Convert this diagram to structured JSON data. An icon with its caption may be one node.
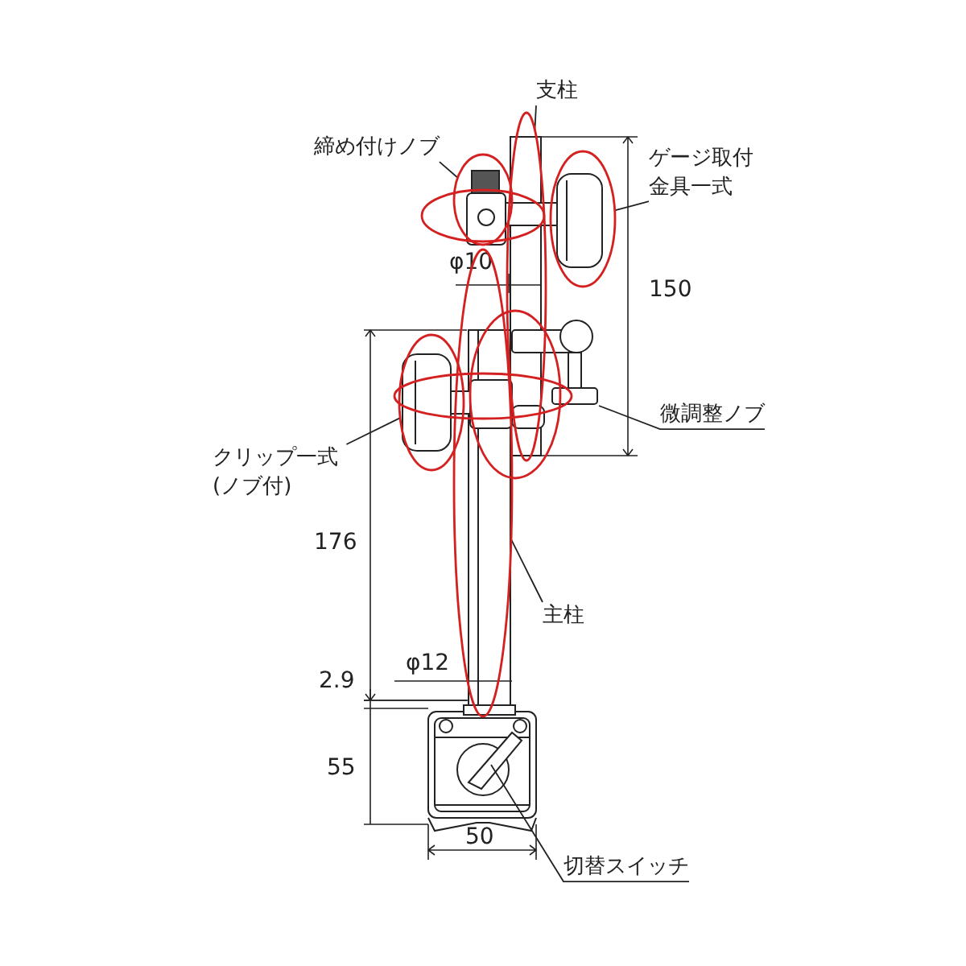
{
  "diagram": {
    "nodes": [
      {
        "text": [
          "支柱"
        ]
      },
      {
        "text": [
          "締め付けノブ"
        ]
      },
      {
        "text": [
          "ゲージ取付金具一式"
        ]
      },
      {
        "text": [
          "微調整ノブ"
        ]
      },
      {
        "text": [
          "クリップ一式(ノブ付)"
        ]
      },
      {
        "text": [
          "主柱"
        ]
      },
      {
        "text": [
          "切替スイッチ"
        ]
      },
      {
        "text": [],
        "shape": "ellipse"
      },
      {
        "text": [],
        "shape": "ellipse"
      },
      {
        "text": [],
        "shape": "ellipse"
      },
      {
        "text": [],
        "shape": "ellipse"
      },
      {
        "text": [],
        "shape": "ellipse"
      },
      {
        "text": [],
        "shape": "ellipse"
      },
      {
        "text": [],
        "shape": "ellipse"
      },
      {
        "text": [],
        "shape": "ellipse"
      }
    ],
    "edges": [
      {
        "from": 0,
        "to": 7,
        "arrow": "none"
      },
      {
        "from": 1,
        "to": 9,
        "arrow": "none"
      },
      {
        "from": 2,
        "to": 8,
        "arrow": "none"
      },
      {
        "from": 3,
        "to": null,
        "arrow": "none"
      },
      {
        "from": 4,
        "to": 13,
        "arrow": "none"
      },
      {
        "from": 5,
        "to": 11,
        "arrow": "none"
      },
      {
        "from": 6,
        "to": null,
        "arrow": "none"
      }
    ],
    "labels": [
      "φ10",
      "150",
      "176",
      "φ12",
      "2.9",
      "55",
      "50"
    ]
  }
}
